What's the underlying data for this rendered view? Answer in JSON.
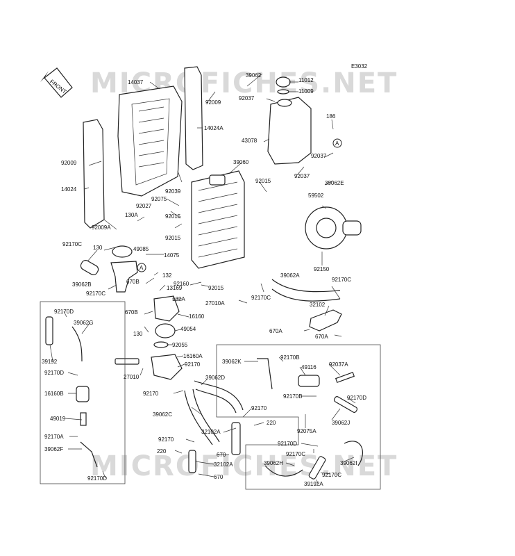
{
  "diagram_code": "E3032",
  "watermark": "MICROFICHES.NET",
  "front_label": "FRONT",
  "circle_marker": "A",
  "labels": {
    "p14037": "14037",
    "p92009a": "92009",
    "p14024a": "14024A",
    "p92009b": "92009",
    "p14024": "14024",
    "p92039": "92039",
    "p39060": "39060",
    "p92015a": "92015",
    "p92075": "92075",
    "p92027": "92027",
    "p92015b": "92015",
    "p130a": "130A",
    "p92009c": "92009A",
    "p92015c": "92015",
    "p39062top": "39062",
    "p11012": "11012",
    "p11009": "11009",
    "p92037a": "92037",
    "p186": "186",
    "p43078": "43078",
    "p92037b": "92037",
    "p92037c": "92037",
    "p39062e": "39062E",
    "p59502": "59502",
    "p92150": "92150",
    "p92170c1": "92170C",
    "p130": "130",
    "p49085": "49085",
    "p14075": "14075",
    "p39062b": "39062B",
    "p92170c2": "92170C",
    "p670b1": "670B",
    "p132": "132",
    "p13169": "13169",
    "p92160": "92160",
    "p92015d": "92015",
    "p132a": "132A",
    "p670b2": "670B",
    "p27010a": "27010A",
    "p92170c3": "92170C",
    "p39062a": "39062A",
    "p92170c4": "92170C",
    "p16160": "16160",
    "p130b": "130",
    "p49054": "49054",
    "p32102": "32102",
    "p670a1": "670A",
    "p670a2": "670A",
    "p92055": "92055",
    "p16160a": "16160A",
    "p92170a": "92170",
    "p27010": "27010",
    "p92170d1": "92170D",
    "p39062g": "39062G",
    "p39192": "39192",
    "p92170d2": "92170D",
    "p16160b": "16160B",
    "p49019": "49019",
    "p92170a2": "92170A",
    "p39062f": "39062F",
    "p92170d3": "92170D",
    "p39062d": "39062D",
    "p92170b": "92170",
    "p39062c": "39062C",
    "p92170c": "92170",
    "p220a": "220",
    "p92170d": "92170",
    "p32102a": "32102A",
    "p220b": "220",
    "p670c": "670",
    "p32102a2": "32102A",
    "p670d": "670",
    "p39062k": "39062K",
    "p92170b1": "92170B",
    "p49116": "49116",
    "p92037a2": "92037A",
    "p92170b2": "92170B",
    "p92170d4": "92170D",
    "p39062j": "39062J",
    "p92075a": "92075A",
    "p92170d5": "92170D",
    "p92170c5": "92170C",
    "p39062h": "39062H",
    "p39062i": "39062I",
    "p92170c6": "92170C",
    "p39192a": "39192A"
  }
}
